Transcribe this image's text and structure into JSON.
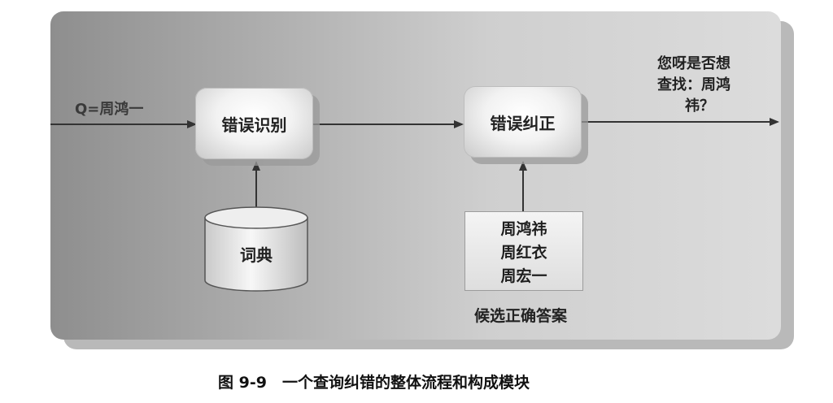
{
  "input_label": "Q=周鸿一",
  "nodes": {
    "error_detect": "错误识别",
    "error_correct": "错误纠正",
    "dictionary": "词典"
  },
  "candidates": {
    "items": [
      "周鸿祎",
      "周红衣",
      "周宏一"
    ],
    "label": "候选正确答案"
  },
  "output_lines": [
    "您呀是否想",
    "查找：周鸿",
    "祎？"
  ],
  "caption": "图 9-9　一个查询纠错的整体流程和构成模块"
}
